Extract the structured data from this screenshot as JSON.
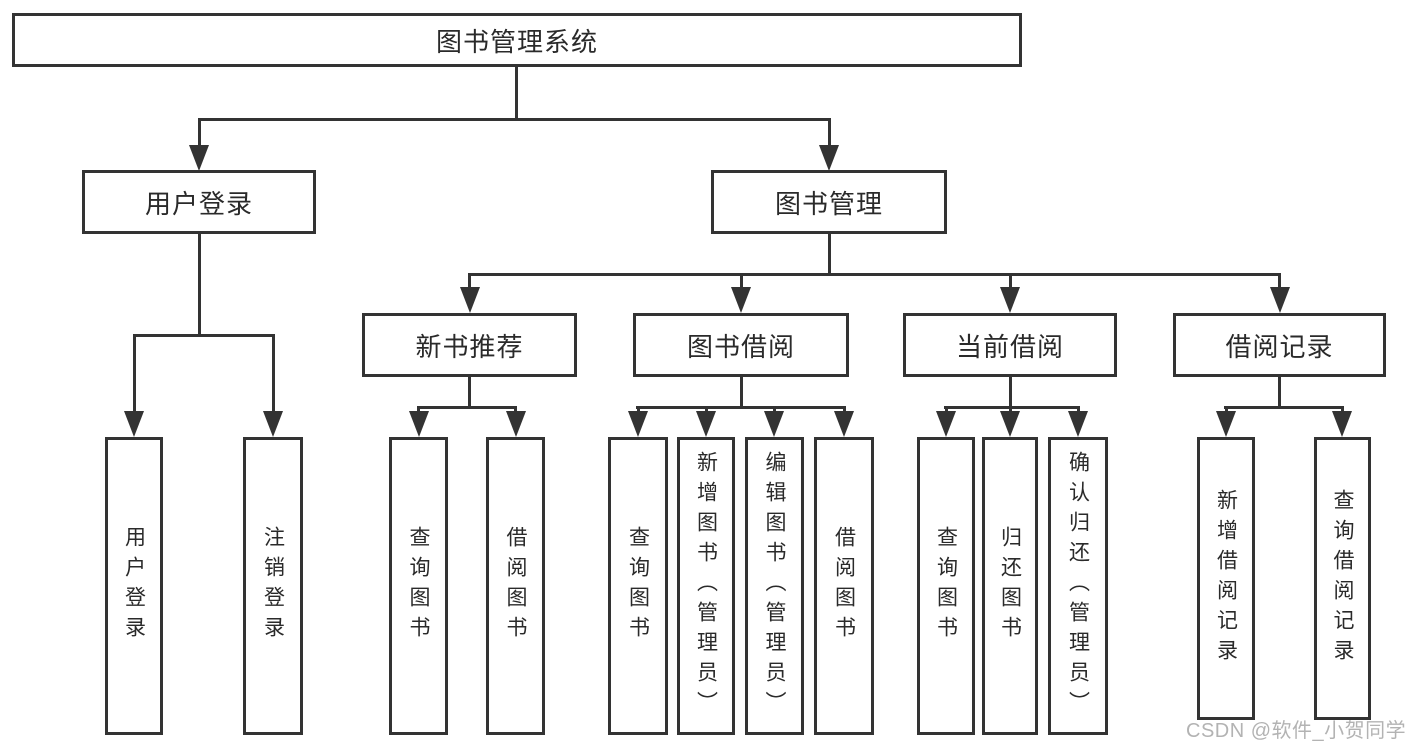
{
  "diagram": {
    "title": "图书管理系统",
    "nodes": {
      "root": {
        "label": "图书管理系统"
      },
      "user_login": {
        "label": "用户登录"
      },
      "book_mgmt": {
        "label": "图书管理"
      },
      "new_book_rec": {
        "label": "新书推荐"
      },
      "book_borrow": {
        "label": "图书借阅"
      },
      "current_borrow": {
        "label": "当前借阅"
      },
      "borrow_record": {
        "label": "借阅记录"
      },
      "leaf_user_login": {
        "label": "用户登录"
      },
      "leaf_logout": {
        "label": "注销登录"
      },
      "leaf_rec_query": {
        "label": "查询图书"
      },
      "leaf_rec_borrow": {
        "label": "借阅图书"
      },
      "leaf_bb_query": {
        "label": "查询图书"
      },
      "leaf_bb_add": {
        "label": "新增图书（管理员）"
      },
      "leaf_bb_edit": {
        "label": "编辑图书（管理员）"
      },
      "leaf_bb_borrow": {
        "label": "借阅图书"
      },
      "leaf_cb_query": {
        "label": "查询图书"
      },
      "leaf_cb_return": {
        "label": "归还图书"
      },
      "leaf_cb_confirm": {
        "label": "确认归还（管理员）"
      },
      "leaf_br_add": {
        "label": "新增借阅记录"
      },
      "leaf_br_query": {
        "label": "查询借阅记录"
      }
    },
    "watermark": "CSDN @软件_小贺同学",
    "colors": {
      "line": "#333333",
      "text": "#2a2a2a",
      "watermark": "#b3b3b3",
      "background": "#ffffff"
    }
  }
}
